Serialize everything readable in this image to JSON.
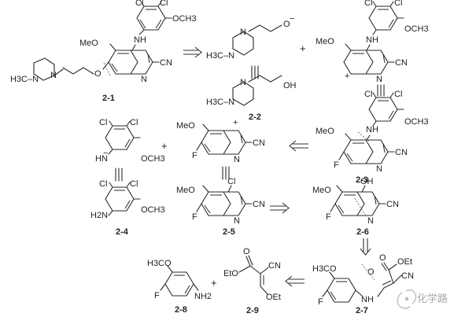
{
  "compounds": {
    "c2_1": "2-1",
    "c2_2": "2-2",
    "c2_3": "2-3",
    "c2_4": "2-4",
    "c2_5": "2-5",
    "c2_6": "2-6",
    "c2_7": "2-7",
    "c2_8": "2-8",
    "c2_9": "2-9"
  },
  "atoms": {
    "cl": "Cl",
    "och3": "OCH3",
    "meo": "MeO",
    "h3co": "H3CO",
    "cn": "CN",
    "nh": "NH",
    "hn": "HN",
    "n": "N",
    "o": "O",
    "f": "F",
    "oh": "OH",
    "h2n": "H2N",
    "nh2": "NH2",
    "h3c_n": "H3C–N",
    "oet": "OEt",
    "eto": "EtO",
    "plus": "+",
    "minus": "−",
    "cation": "+"
  },
  "operators": {
    "add": "+"
  },
  "watermark": {
    "text": "化学路"
  }
}
